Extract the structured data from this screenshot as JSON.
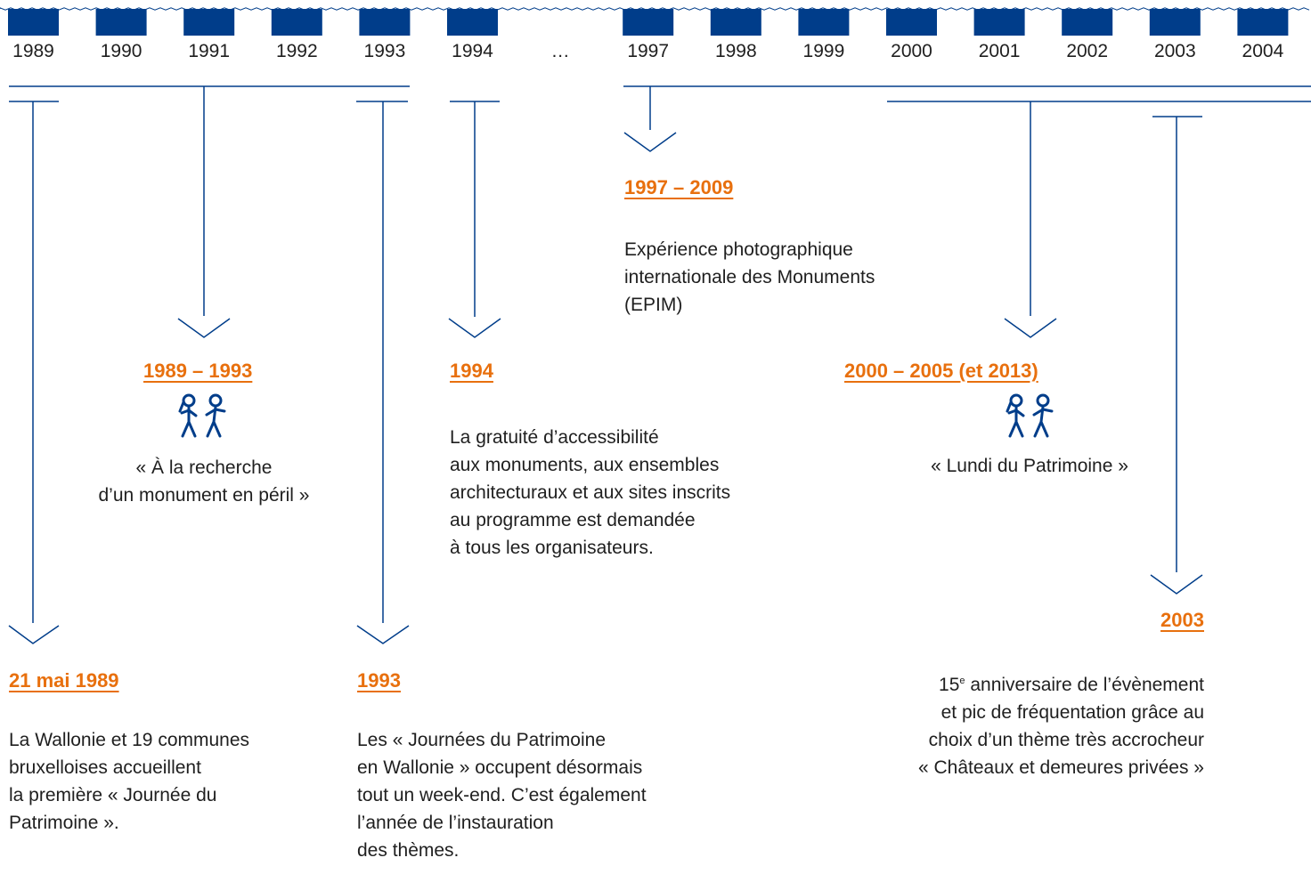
{
  "years": [
    "1989",
    "1990",
    "1991",
    "1992",
    "1993",
    "1994",
    "…",
    "1997",
    "1998",
    "1999",
    "2000",
    "2001",
    "2002",
    "2003",
    "2004"
  ],
  "colors": {
    "accent": "#e8700e",
    "line": "#003d8a",
    "text": "#1f1f1f"
  },
  "events": {
    "e1989": {
      "title": "21 mai 1989",
      "lines": [
        "La Wallonie et 19 communes",
        "bruxelloises accueillent",
        "la première « Journée du",
        "Patrimoine »."
      ]
    },
    "e1989_1993": {
      "title": "1989 – 1993",
      "icon": "people-icon",
      "lines": [
        "« À la recherche",
        "d’un monument en péril »"
      ]
    },
    "e1993": {
      "title": "1993",
      "lines": [
        "Les « Journées du Patrimoine",
        "en Wallonie » occupent désormais",
        "tout un week-end. C’est également",
        "l’année de l’instauration",
        "des thèmes."
      ]
    },
    "e1994": {
      "title": "1994",
      "lines": [
        "La gratuité d’accessibilité",
        "aux monuments, aux ensembles",
        "architecturaux et aux sites inscrits",
        "au programme est demandée",
        "à tous les organisateurs."
      ]
    },
    "e1997_2009": {
      "title": "1997 – 2009",
      "lines": [
        "Expérience photographique",
        "internationale des Monuments",
        "(EPIM)"
      ]
    },
    "e2000_2005": {
      "title": "2000 – 2005 (et 2013)",
      "icon": "people-icon",
      "lines": [
        "« Lundi du Patrimoine »"
      ]
    },
    "e2003": {
      "title": "2003",
      "sup": "e",
      "lines": [
        "15",
        " anniversaire de l’évènement",
        "et pic de fréquentation grâce au",
        "choix d’un thème très accrocheur",
        "« Châteaux et demeures privées »"
      ]
    }
  }
}
